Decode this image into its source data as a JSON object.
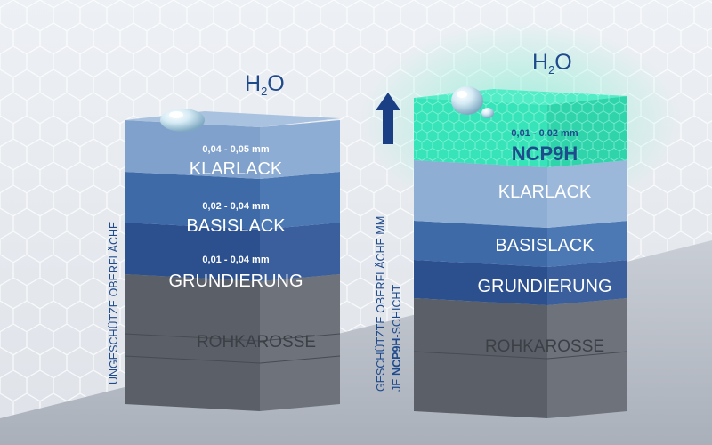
{
  "left_stack": {
    "h2o": {
      "main": "H",
      "sub": "2",
      "tail": "O"
    },
    "side_label": "UNGESCHÜTZE OBERFLÄCHE",
    "layers": [
      {
        "thickness": "0,04 - 0,05 mm",
        "name": "KLARLACK"
      },
      {
        "thickness": "0,02 - 0,04 mm",
        "name": "BASISLACK"
      },
      {
        "thickness": "0,01 - 0,04 mm",
        "name": "GRUNDIERUNG"
      },
      {
        "thickness": "",
        "name": "ROHKAROSSE"
      }
    ]
  },
  "right_stack": {
    "h2o": {
      "main": "H",
      "sub": "2",
      "tail": "O"
    },
    "side_label_line1": "GESCHÜTZTE OBERFLÄCHE MM",
    "side_label_line2_prefix": "JE ",
    "side_label_line2_brand": "NCP9H",
    "side_label_line2_suffix": "-SCHICHT",
    "coating": {
      "thickness": "0,01 - 0,02 mm",
      "name": "NCP9H"
    },
    "layers": [
      {
        "name": "KLARLACK"
      },
      {
        "name": "BASISLACK"
      },
      {
        "name": "GRUNDIERUNG"
      },
      {
        "name": "ROHKAROSSE"
      }
    ]
  },
  "colors": {
    "coating": "#37e3b8",
    "brand_blue": "#1f4a8c",
    "arrow": "#1a3f84",
    "text_white": "#ffffff",
    "text_dark": "#3c3f45"
  }
}
